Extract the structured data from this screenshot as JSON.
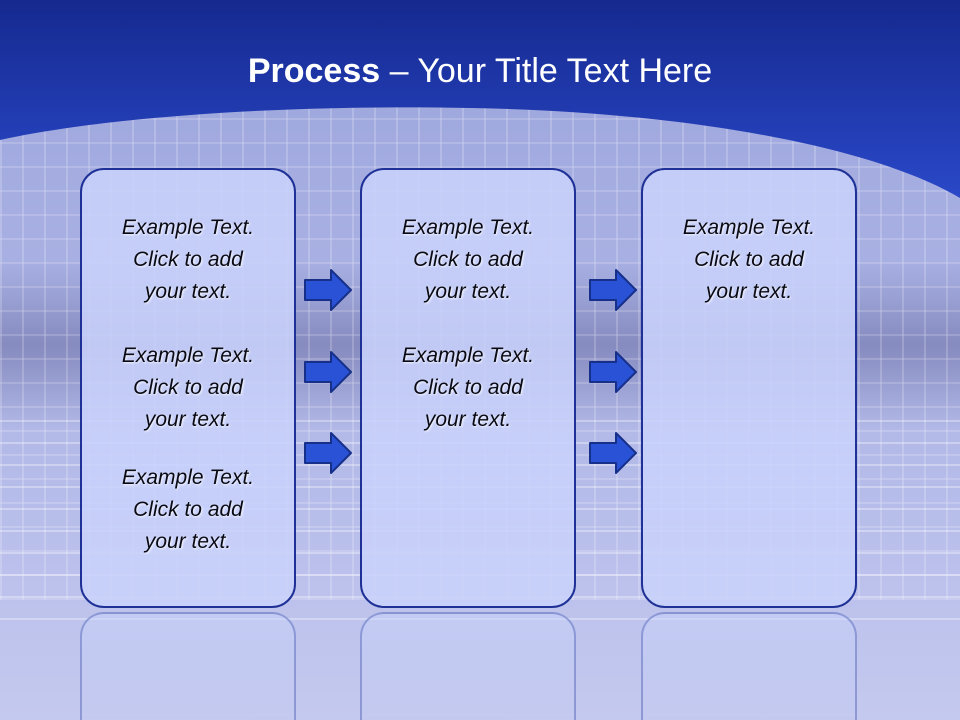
{
  "title": {
    "bold": "Process ",
    "rest": " – Your Title Text Here"
  },
  "columns": [
    {
      "items": [
        {
          "line1": "Example Text.",
          "line2": "Click  to add",
          "line3": "your text."
        },
        {
          "line1": "Example Text.",
          "line2": "Click  to add",
          "line3": "your text."
        },
        {
          "line1": "Example Text.",
          "line2": "Click  to add",
          "line3": "your text."
        }
      ]
    },
    {
      "items": [
        {
          "line1": "Example Text.",
          "line2": "Click  to add",
          "line3": "your text."
        },
        {
          "line1": "Example Text.",
          "line2": "Click  to add",
          "line3": "your text."
        }
      ]
    },
    {
      "items": [
        {
          "line1": "Example Text.",
          "line2": "Click  to add",
          "line3": "your text."
        }
      ]
    }
  ],
  "colors": {
    "header": "#1a34b4",
    "box_border": "#1f3196",
    "arrow": "#2a52d6"
  },
  "icons": [
    "right-arrow-icon"
  ]
}
